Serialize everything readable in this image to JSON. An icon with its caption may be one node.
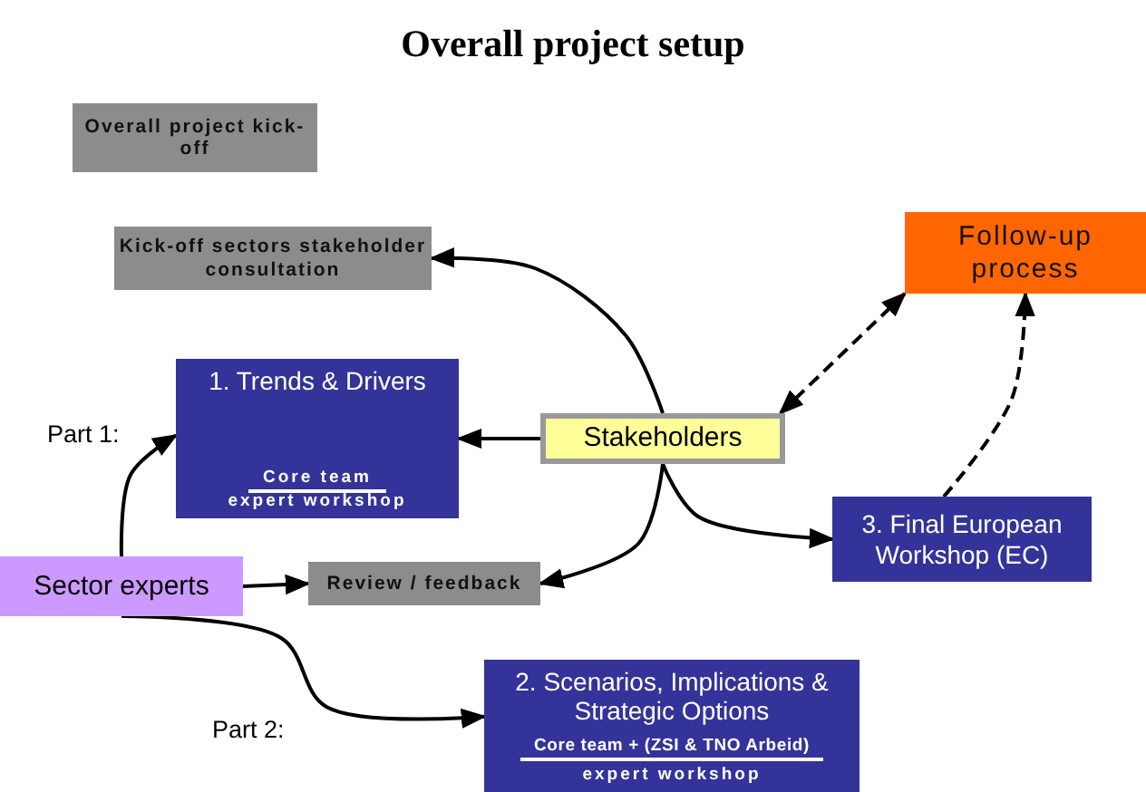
{
  "diagram": {
    "title": "Overall project setup",
    "nodes": [
      {
        "text": [
          "Overall project kick-off"
        ]
      },
      {
        "text": [
          "Kick-off sectors stakeholder consultation"
        ]
      },
      {
        "text": [
          "Follow-up process"
        ]
      },
      {
        "text": [
          "1. Trends & Drivers",
          "Core team",
          "expert workshop"
        ]
      },
      {
        "text": [
          "Stakeholders"
        ]
      },
      {
        "text": [
          "3. Final European Workshop (EC)"
        ]
      },
      {
        "text": [
          "Sector experts"
        ]
      },
      {
        "text": [
          "Review / feedback"
        ]
      },
      {
        "text": [
          "2. Scenarios, Implications & Strategic Options",
          "Core team + (ZSI & TNO Arbeid)",
          "expert workshop"
        ]
      }
    ],
    "edges": [
      {
        "from": 4,
        "to": 1,
        "arrow": "to"
      },
      {
        "from": 4,
        "to": 3,
        "arrow": "to"
      },
      {
        "from": 4,
        "to": 7,
        "arrow": "to"
      },
      {
        "from": 4,
        "to": 5,
        "arrow": "to"
      },
      {
        "from": 2,
        "to": 4,
        "arrow": "both",
        "style": "dashed"
      },
      {
        "from": 5,
        "to": 2,
        "arrow": "to",
        "style": "dashed"
      },
      {
        "from": 6,
        "to": 3,
        "arrow": "to"
      },
      {
        "from": 6,
        "to": 7,
        "arrow": "to"
      },
      {
        "from": 6,
        "to": 8,
        "arrow": "to"
      }
    ],
    "labels": [
      "Part 1:",
      "Part 2:"
    ]
  }
}
